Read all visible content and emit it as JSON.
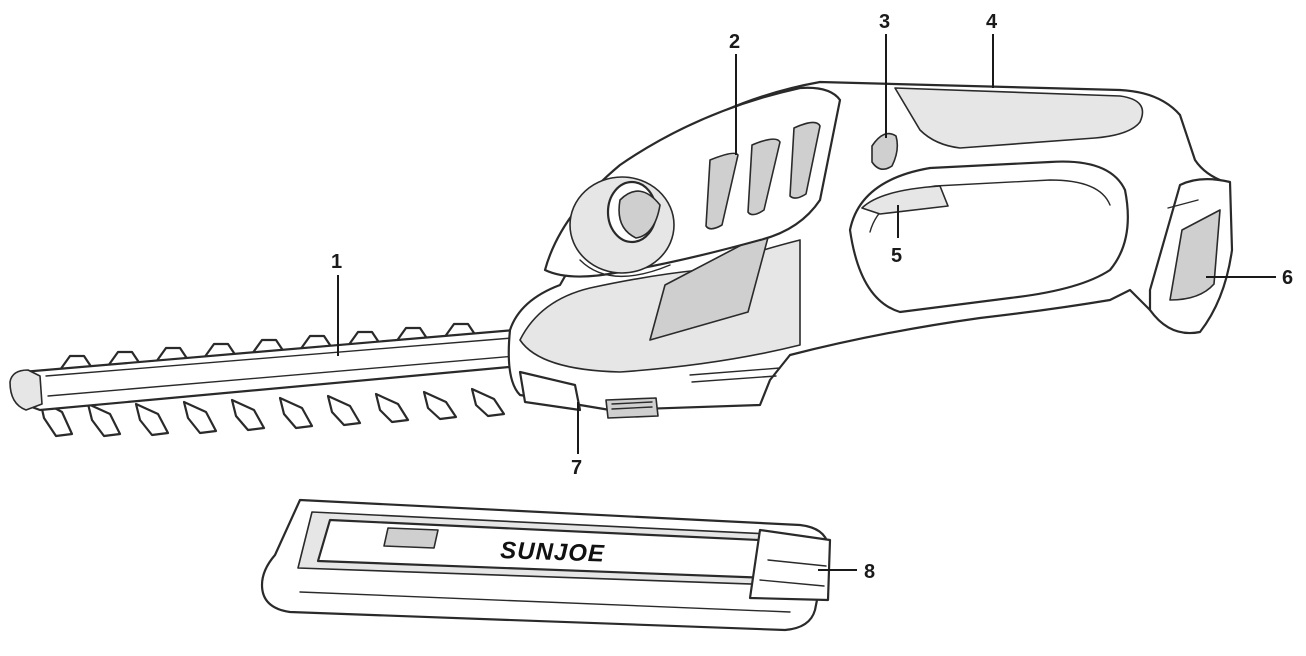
{
  "diagram": {
    "callouts": [
      {
        "id": "1",
        "label": "1"
      },
      {
        "id": "2",
        "label": "2"
      },
      {
        "id": "3",
        "label": "3"
      },
      {
        "id": "4",
        "label": "4"
      },
      {
        "id": "5",
        "label": "5"
      },
      {
        "id": "6",
        "label": "6"
      },
      {
        "id": "7",
        "label": "7"
      },
      {
        "id": "8",
        "label": "8"
      }
    ],
    "brand_logo_text": "SUNJOE",
    "colors": {
      "line": "#2a2a2a",
      "background": "#ffffff",
      "shade": "#e6e6e6"
    }
  }
}
